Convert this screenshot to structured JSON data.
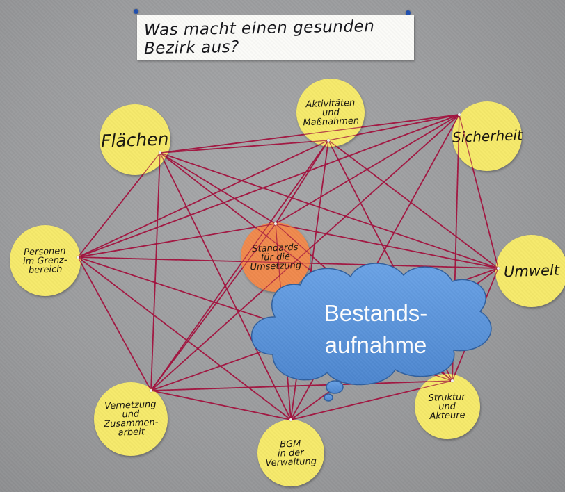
{
  "title": {
    "line1": "Was macht einen gesunden",
    "line2": "Bezirk aus?"
  },
  "nodes": {
    "flaechen": "Flächen",
    "aktivitaeten": "Aktivitäten\nund\nMaßnahmen",
    "sicherheit": "Sicherheit",
    "personen": "Personen\nim Grenz-\nbereich",
    "standards": "Standards\nfür die\nUmsetzung",
    "umwelt": "Umwelt",
    "vernetzung": "Vernetzung\nund\nZusammen-\narbeit",
    "bgm": "BGM\nin der\nVerwaltung",
    "struktur": "Struktur\nund\nAkteure"
  },
  "cloud": {
    "line1": "Bestands-",
    "line2": "aufnahme"
  },
  "colors": {
    "board": "#9d9e a0",
    "node_yellow": "#f6ea6a",
    "node_orange": "#f0894d",
    "string": "#a3133f",
    "cloud_fill": "#5b94d8",
    "pin": "#1f4fb0"
  }
}
